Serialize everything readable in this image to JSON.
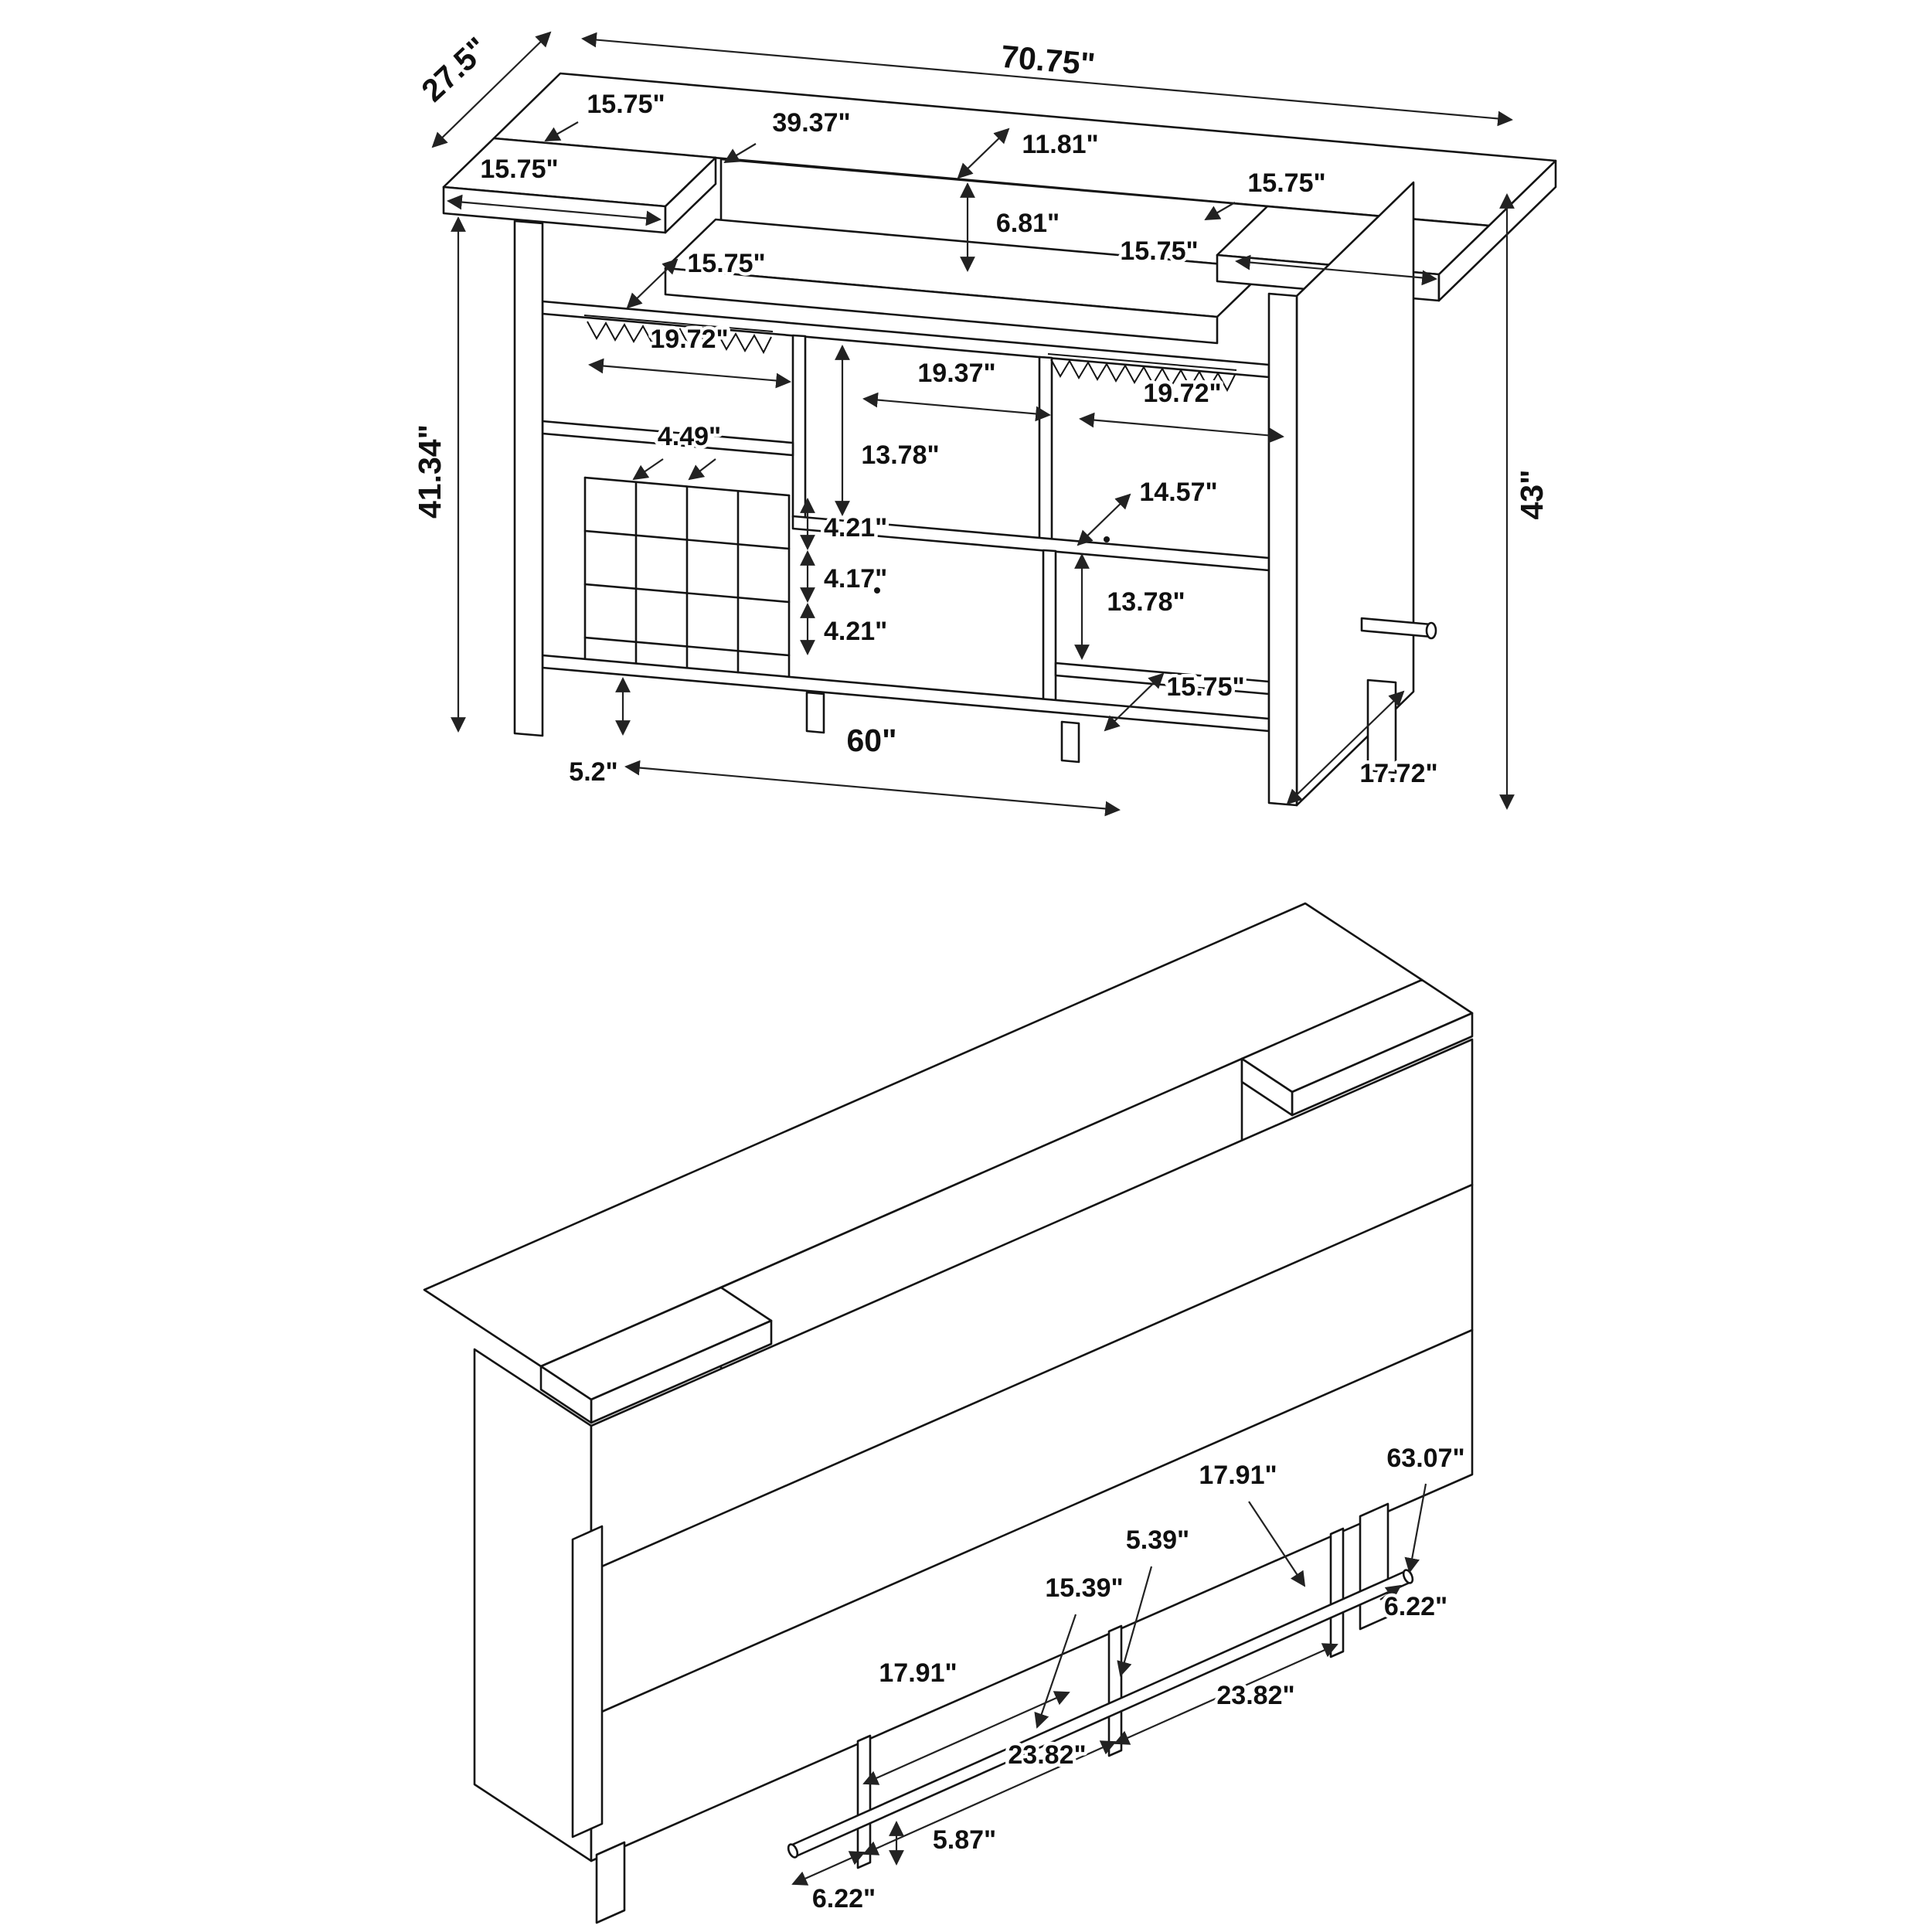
{
  "canvas": {
    "background": "#ffffff",
    "line_color": "#141414",
    "dim_color": "#222222",
    "text_color": "#101010"
  },
  "front_view": {
    "description": "dimensioned front elevation of bar unit",
    "dims": {
      "overall_width": "70.75\"",
      "overall_depth": "27.5\"",
      "overall_height": "43\"",
      "interior_height": "41.34\"",
      "pad_left_callout": "15.75\"",
      "top_center_width": "39.37\"",
      "top_center_depth": "11.81\"",
      "top_drop": "6.81\"",
      "pad_left_width": "15.75\"",
      "pad_right_callout": "15.75\"",
      "pad_right_width": "15.75\"",
      "under_counter_shelf_depth": "15.75\"",
      "cubby_left_width": "19.72\"",
      "cubby_center_width": "19.37\"",
      "cubby_right_width": "19.72\"",
      "cubby_center_height": "13.78\"",
      "shelf_right_depth": "14.57\"",
      "wine_slot_width": "4.49\"",
      "wine_row_top": "4.21\"",
      "wine_row_mid": "4.17\"",
      "wine_row_bottom": "4.21\"",
      "compartment_right_height": "13.78\"",
      "shelf_bottom_right_width": "15.75\"",
      "base_width": "60\"",
      "bottom_clearance": "5.2\"",
      "base_depth": "17.72\""
    }
  },
  "iso_view": {
    "description": "isometric view of bar unit with foot rail",
    "dims": {
      "rail_length": "63.07\"",
      "rail_spacing_right": "17.91\"",
      "rail_spacing_small": "5.39\"",
      "rail_spacing_mid": "15.39\"",
      "rail_overhang_right": "6.22\"",
      "rail_span_right": "23.82\"",
      "rail_spacing_left": "17.91\"",
      "rail_span_left": "23.82\"",
      "rail_support_height": "5.87\"",
      "rail_overhang_left": "6.22\""
    }
  }
}
